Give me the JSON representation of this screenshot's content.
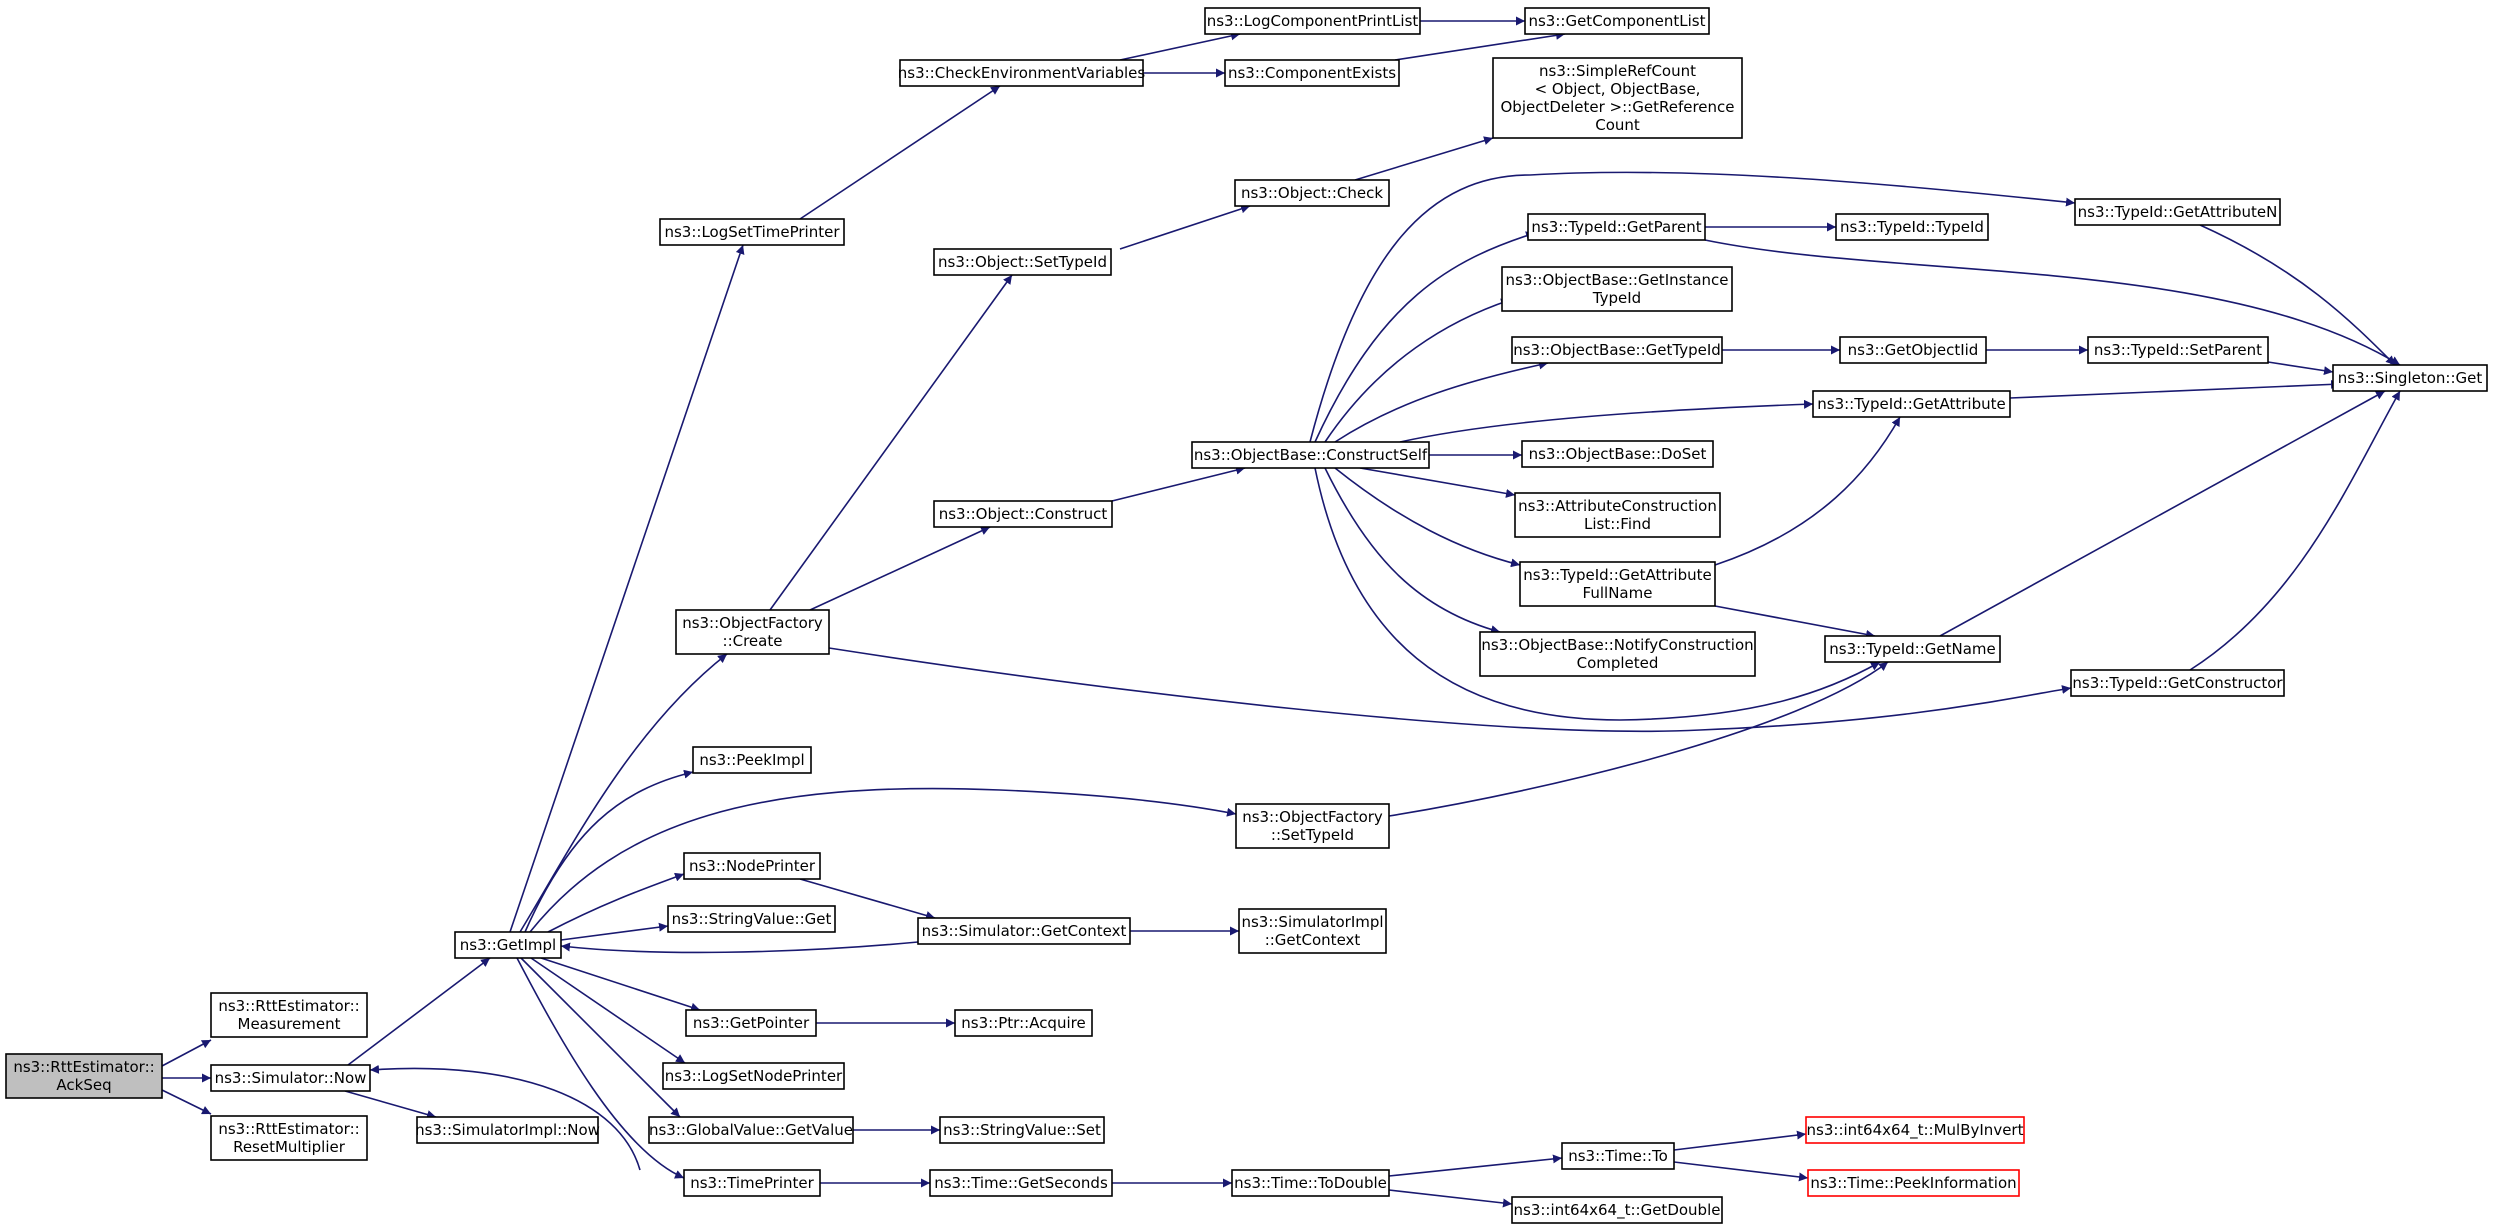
{
  "colors": {
    "edge": "#191970",
    "root_fill": "#bfbfbf",
    "external_border": "#ff0000"
  },
  "nodes": {
    "acks": [
      "ns3::RttEstimator::",
      "AckSeq"
    ],
    "meas": [
      "ns3::RttEstimator::",
      "Measurement"
    ],
    "now": [
      "ns3::Simulator::Now"
    ],
    "rstm": [
      "ns3::RttEstimator::",
      "ResetMultiplier"
    ],
    "getimpl": [
      "ns3::GetImpl"
    ],
    "simimplnow": [
      "ns3::SimulatorImpl::Now"
    ],
    "logsettp": [
      "ns3::LogSetTimePrinter"
    ],
    "checkenv": [
      "ns3::CheckEnvironmentVariables"
    ],
    "logcompprint": [
      "ns3::LogComponentPrintList"
    ],
    "compexists": [
      "ns3::ComponentExists"
    ],
    "getcomplist": [
      "ns3::GetComponentList"
    ],
    "simplerefcount": [
      "ns3::SimpleRefCount",
      "< Object, ObjectBase,",
      "ObjectDeleter >::GetReference",
      "Count"
    ],
    "objcheck": [
      "ns3::Object::Check"
    ],
    "objsettypeid": [
      "ns3::Object::SetTypeId"
    ],
    "objconstruct": [
      "ns3::Object::Construct"
    ],
    "objfactcreate": [
      "ns3::ObjectFactory",
      "::Create"
    ],
    "obconstructself": [
      "ns3::ObjectBase::ConstructSelf"
    ],
    "tidgetparent": [
      "ns3::TypeId::GetParent"
    ],
    "tidtypeid": [
      "ns3::TypeId::TypeId"
    ],
    "tidgetattrn": [
      "ns3::TypeId::GetAttributeN"
    ],
    "obgetinst": [
      "ns3::ObjectBase::GetInstance",
      "TypeId"
    ],
    "obgettypeid": [
      "ns3::ObjectBase::GetTypeId"
    ],
    "getobjectiid": [
      "ns3::GetObjectIid"
    ],
    "tidsetparent": [
      "ns3::TypeId::SetParent"
    ],
    "singletonget": [
      "ns3::Singleton::Get"
    ],
    "tidgetattr": [
      "ns3::TypeId::GetAttribute"
    ],
    "obdoset": [
      "ns3::ObjectBase::DoSet"
    ],
    "attrconstr": [
      "ns3::AttributeConstruction",
      "List::Find"
    ],
    "tidgetattrfull": [
      "ns3::TypeId::GetAttribute",
      "FullName"
    ],
    "obnotify": [
      "ns3::ObjectBase::NotifyConstruction",
      "Completed"
    ],
    "tidgetname": [
      "ns3::TypeId::GetName"
    ],
    "tidgetconstructor": [
      "ns3::TypeId::GetConstructor"
    ],
    "peekimpl": [
      "ns3::PeekImpl"
    ],
    "objfactsettypeid": [
      "ns3::ObjectFactory",
      "::SetTypeId"
    ],
    "nodeprinter": [
      "ns3::NodePrinter"
    ],
    "stringvalueget": [
      "ns3::StringValue::Get"
    ],
    "simgetcontext": [
      "ns3::Simulator::GetContext"
    ],
    "simimplgetctx": [
      "ns3::SimulatorImpl",
      "::GetContext"
    ],
    "getpointer": [
      "ns3::GetPointer"
    ],
    "ptracquire": [
      "ns3::Ptr::Acquire"
    ],
    "logsetnodeprinter": [
      "ns3::LogSetNodePrinter"
    ],
    "globalvaluegetvalue": [
      "ns3::GlobalValue::GetValue"
    ],
    "stringvalueset": [
      "ns3::StringValue::Set"
    ],
    "timeprinter": [
      "ns3::TimePrinter"
    ],
    "timegetseconds": [
      "ns3::Time::GetSeconds"
    ],
    "timetodouble": [
      "ns3::Time::ToDouble"
    ],
    "timeto": [
      "ns3::Time::To"
    ],
    "mulbyinvert": [
      "ns3::int64x64_t::MulByInvert"
    ],
    "peekinfo": [
      "ns3::Time::PeekInformation"
    ],
    "getdouble": [
      "ns3::int64x64_t::GetDouble"
    ]
  }
}
